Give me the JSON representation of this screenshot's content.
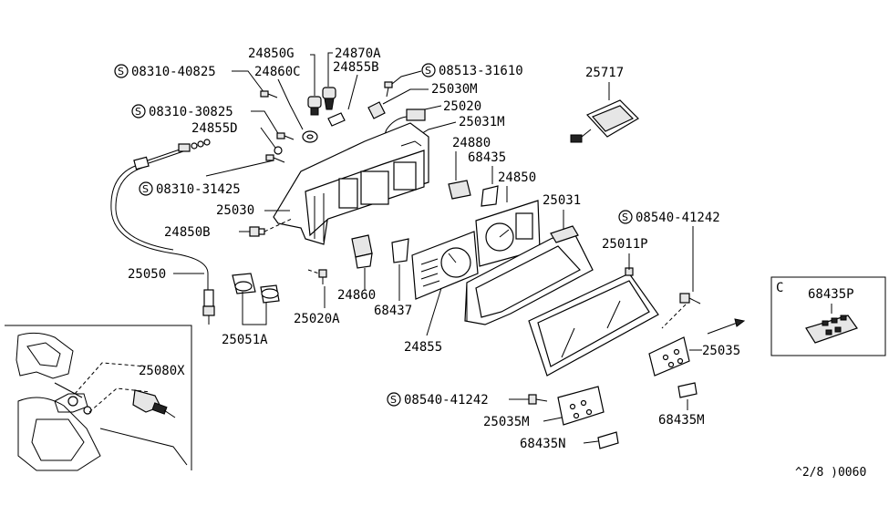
{
  "parts": {
    "p24850G": "24850G",
    "p24870A": "24870A",
    "p08310_40825": "08310-40825",
    "p24860C": "24860C",
    "p24855B": "24855B",
    "p08513_31610": "08513-31610",
    "p25717": "25717",
    "p25030M": "25030M",
    "p25020": "25020",
    "p25031M": "25031M",
    "p08310_30825": "08310-30825",
    "p24855D": "24855D",
    "p24880": "24880",
    "p68435": "68435",
    "p24850": "24850",
    "p08310_31425": "08310-31425",
    "p25030": "25030",
    "p25031": "25031",
    "p08540_41242a": "08540-41242",
    "p24850B": "24850B",
    "p25011P": "25011P",
    "p25050": "25050",
    "p24860": "24860",
    "p68437": "68437",
    "p25020A": "25020A",
    "p25051A": "25051A",
    "p24855": "24855",
    "p25035": "25035",
    "p25080X": "25080X",
    "p08540_41242b": "08540-41242",
    "p25035M": "25035M",
    "p68435M": "68435M",
    "p68435N": "68435N",
    "p68435P": "68435P"
  },
  "inset_c_letter": "C",
  "screw_symbol": "S",
  "footer_code": "^2/8 )0060",
  "icons": {
    "screw": "screw-icon",
    "bulb": "bulb-socket-icon",
    "cable": "speedometer-cable-icon",
    "sensor": "speed-sensor-icon"
  }
}
